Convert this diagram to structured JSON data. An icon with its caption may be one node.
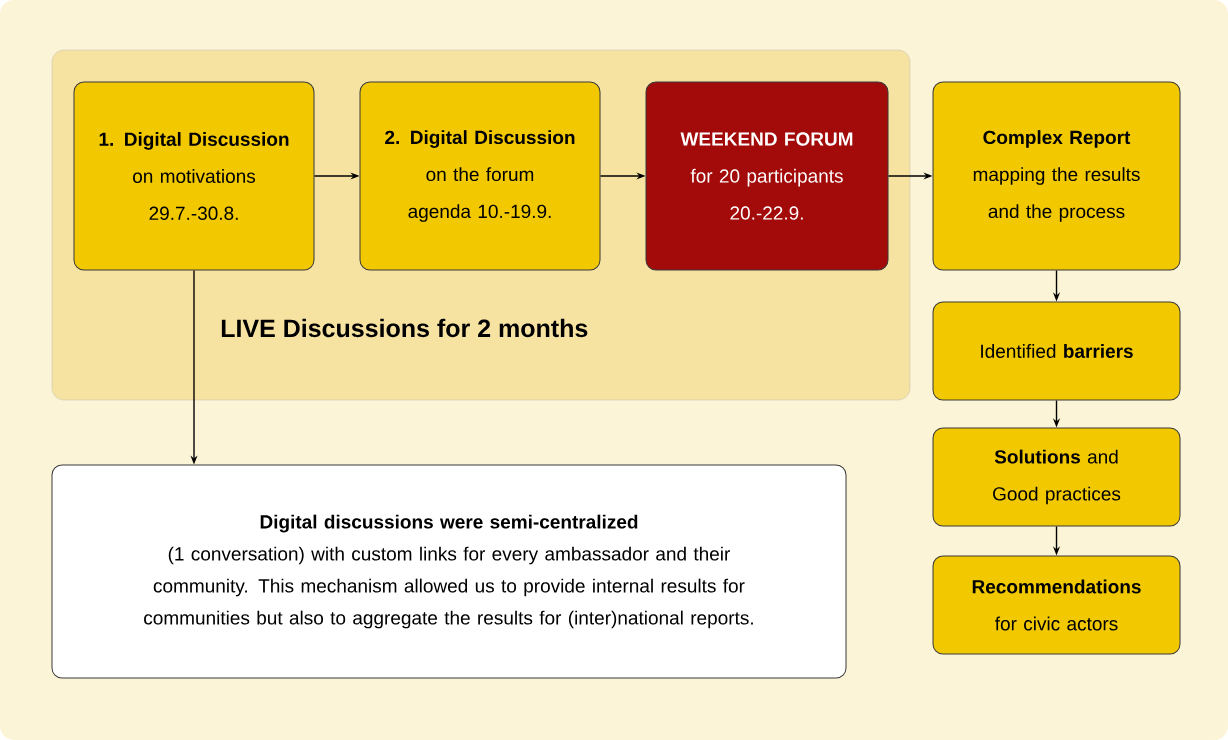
{
  "diagram": {
    "nodes": [
      {
        "text": [
          "LIVE Discussions for 2 months"
        ]
      },
      {
        "text": [
          "**1. Digital Discussion** on motivations 29.7.-30.8."
        ],
        "in": 0
      },
      {
        "text": [
          "**2. Digital Discussion** on the forum agenda 10.-19.9."
        ],
        "in": 0
      },
      {
        "text": [
          "WEEKEND FORUM",
          "for 20 participants 20.-22.9."
        ],
        "in": 0
      },
      {
        "text": [
          "**Complex Report** mapping the results and the process"
        ]
      },
      {
        "text": [
          "Identified **barriers**"
        ]
      },
      {
        "text": [
          "**Solutions** and Good practices"
        ]
      },
      {
        "text": [
          "**Recommendations** for civic actors"
        ]
      },
      {
        "text": [
          "Digital discussions were semi-centralized",
          "(1 conversation) with custom links for every ambassador and their community. This mechanism allowed us to provide internal results for communities but also to aggregate the results for (inter)national reports."
        ]
      }
    ],
    "edges": [
      {
        "from": 1,
        "to": 2,
        "arrow": "to"
      },
      {
        "from": 2,
        "to": 3,
        "arrow": "to"
      },
      {
        "from": 3,
        "to": 4,
        "arrow": "to"
      },
      {
        "from": 4,
        "to": 5,
        "arrow": "to"
      },
      {
        "from": 5,
        "to": 6,
        "arrow": "to"
      },
      {
        "from": 6,
        "to": 7,
        "arrow": "to"
      },
      {
        "from": 1,
        "to": 8,
        "arrow": "to"
      }
    ]
  }
}
